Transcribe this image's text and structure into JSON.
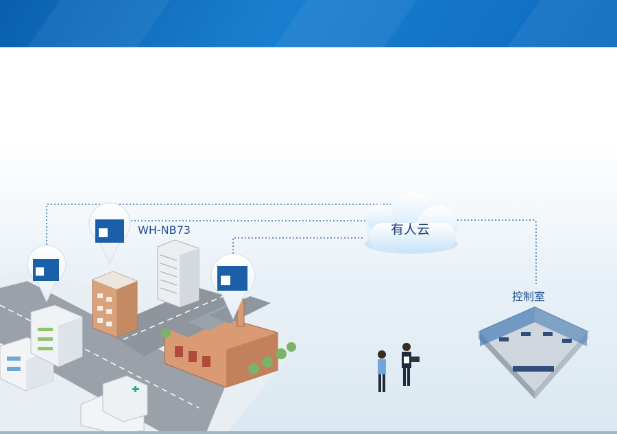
{
  "header": {
    "color_primary": "#0a5fae",
    "color_secondary": "#1a7fd0"
  },
  "labels": {
    "device": "WH-NB73",
    "cloud": "有人云",
    "control_room": "控制室"
  },
  "colors": {
    "link_line": "#3a72b8",
    "label_text": "#1f4f8f"
  }
}
